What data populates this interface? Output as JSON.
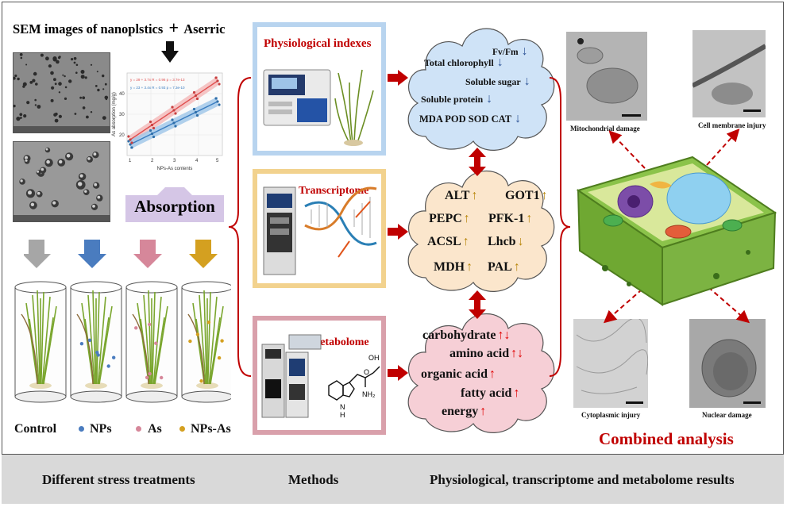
{
  "header": {
    "sem_title": "SEM images of nanoplstics",
    "plus": "+",
    "arsenic": "Aserric"
  },
  "chart_labels": {
    "xlabel": "NPs-As contents",
    "ylabel": "As absorption (mg/g)",
    "yticks": [
      "40",
      "30",
      "20"
    ],
    "xticks": [
      "1",
      "2",
      "3",
      "4",
      "5"
    ],
    "eq1": "y = 29 + 3.7x   R = 0.96   p = 3.7e-13",
    "eq2": "y = 23 + 3.4x   R = 0.93   p = 7.3e-10"
  },
  "absorption_label": "Absorption",
  "treatments": [
    {
      "label": "Control",
      "color": "#a6a6a6"
    },
    {
      "label": "NPs",
      "color": "#4a7cbf"
    },
    {
      "label": "As",
      "color": "#d6879a"
    },
    {
      "label": "NPs-As",
      "color": "#d4a020"
    }
  ],
  "methods": [
    {
      "title": "Physiological indexes",
      "border": "#b8d4ef"
    },
    {
      "title": "Transcriptome",
      "border": "#f2d28e"
    },
    {
      "title": "Metabolome",
      "border": "#d9a0ab"
    }
  ],
  "physio_results": {
    "items": [
      {
        "label": "Fv/Fm",
        "trend": "down"
      },
      {
        "label": "Total chlorophyll",
        "trend": "down"
      },
      {
        "label": "Soluble sugar",
        "trend": "down"
      },
      {
        "label": "Soluble protein",
        "trend": "down"
      },
      {
        "label": "MDA  POD  SOD  CAT",
        "trend": "down"
      }
    ]
  },
  "genes": [
    {
      "label": "ALT",
      "trend": "up"
    },
    {
      "label": "GOT1",
      "trend": "up"
    },
    {
      "label": "PEPC",
      "trend": "up"
    },
    {
      "label": "PFK-1",
      "trend": "up"
    },
    {
      "label": "ACSL",
      "trend": "up"
    },
    {
      "label": "Lhcb",
      "trend": "down"
    },
    {
      "label": "MDH",
      "trend": "up"
    },
    {
      "label": "PAL",
      "trend": "up"
    }
  ],
  "metabolites": [
    {
      "label": "carbohydrate",
      "trend": "updown"
    },
    {
      "label": "amino acid",
      "trend": "updown"
    },
    {
      "label": "organic acid",
      "trend": "up"
    },
    {
      "label": "fatty acid",
      "trend": "up"
    },
    {
      "label": "energy",
      "trend": "up"
    }
  ],
  "metabolome_chem": {
    "oh": "OH",
    "o": "O",
    "nh2": "NH₂",
    "nh": "N",
    "h": "H"
  },
  "damage": {
    "mito": "Mitochondrial damage",
    "membrane": "Cell membrane injury",
    "cyto": "Cytoplasmic injury",
    "nuclear": "Nuclear damage"
  },
  "combined": "Combined analysis",
  "footer": {
    "left": "Different stress treatments",
    "mid": "Methods",
    "right": "Physiological, transcriptome and metabolome results"
  },
  "colors": {
    "red_arrow": "#c00000",
    "down_arrow": "#2f5597",
    "up_arrow": "#b8860b",
    "up_red": "#e00000"
  }
}
